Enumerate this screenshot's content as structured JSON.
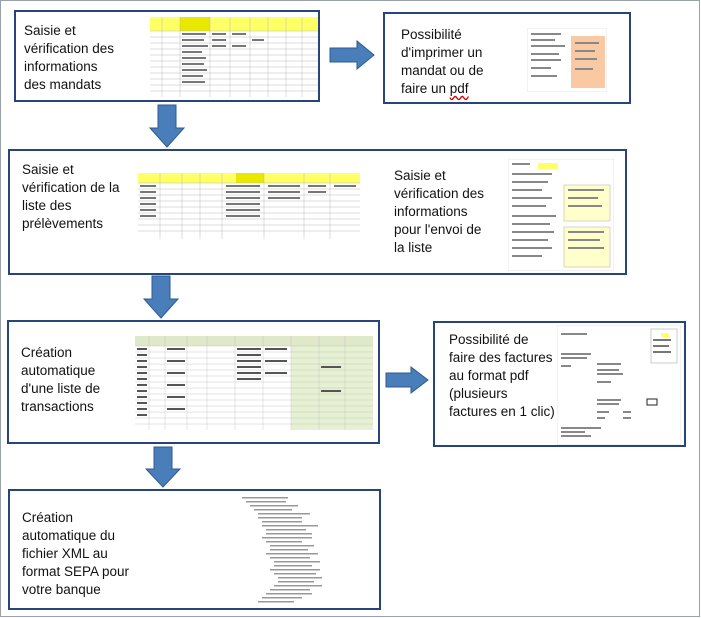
{
  "steps": [
    {
      "text": "Saisie et\nvérification des\ninformations\ndes mandats"
    },
    {
      "text_main": "Possibilité\nd'imprimer un\nmandat ou de\nfaire un ",
      "text_tail": "pdf"
    },
    {
      "text": "Saisie et\nvérification de la\nliste des\nprélèvements"
    },
    {
      "text": "Saisie et\nvérification des\ninformations\npour l'envoi de\nla liste"
    },
    {
      "text": "Création\nautomatique\nd'une liste de\ntransactions"
    },
    {
      "text": "Possibilité de\nfaire des factures\nau format pdf\n(plusieurs\nfactures en 1 clic)"
    },
    {
      "text": "Création\nautomatique du\nfichier XML au\nformat SEPA pour\nvotre banque"
    }
  ],
  "colors": {
    "box_border": "#27457a",
    "arrow_fill": "#4a7ebb",
    "arrow_stroke": "#2c5b8f",
    "spreadsheet_header": "#ffff66",
    "pdf_preview_bg": "#f9c9a3",
    "form_bg": "#ffffcc"
  },
  "icons": [
    "arrow-down-icon",
    "arrow-right-icon"
  ]
}
